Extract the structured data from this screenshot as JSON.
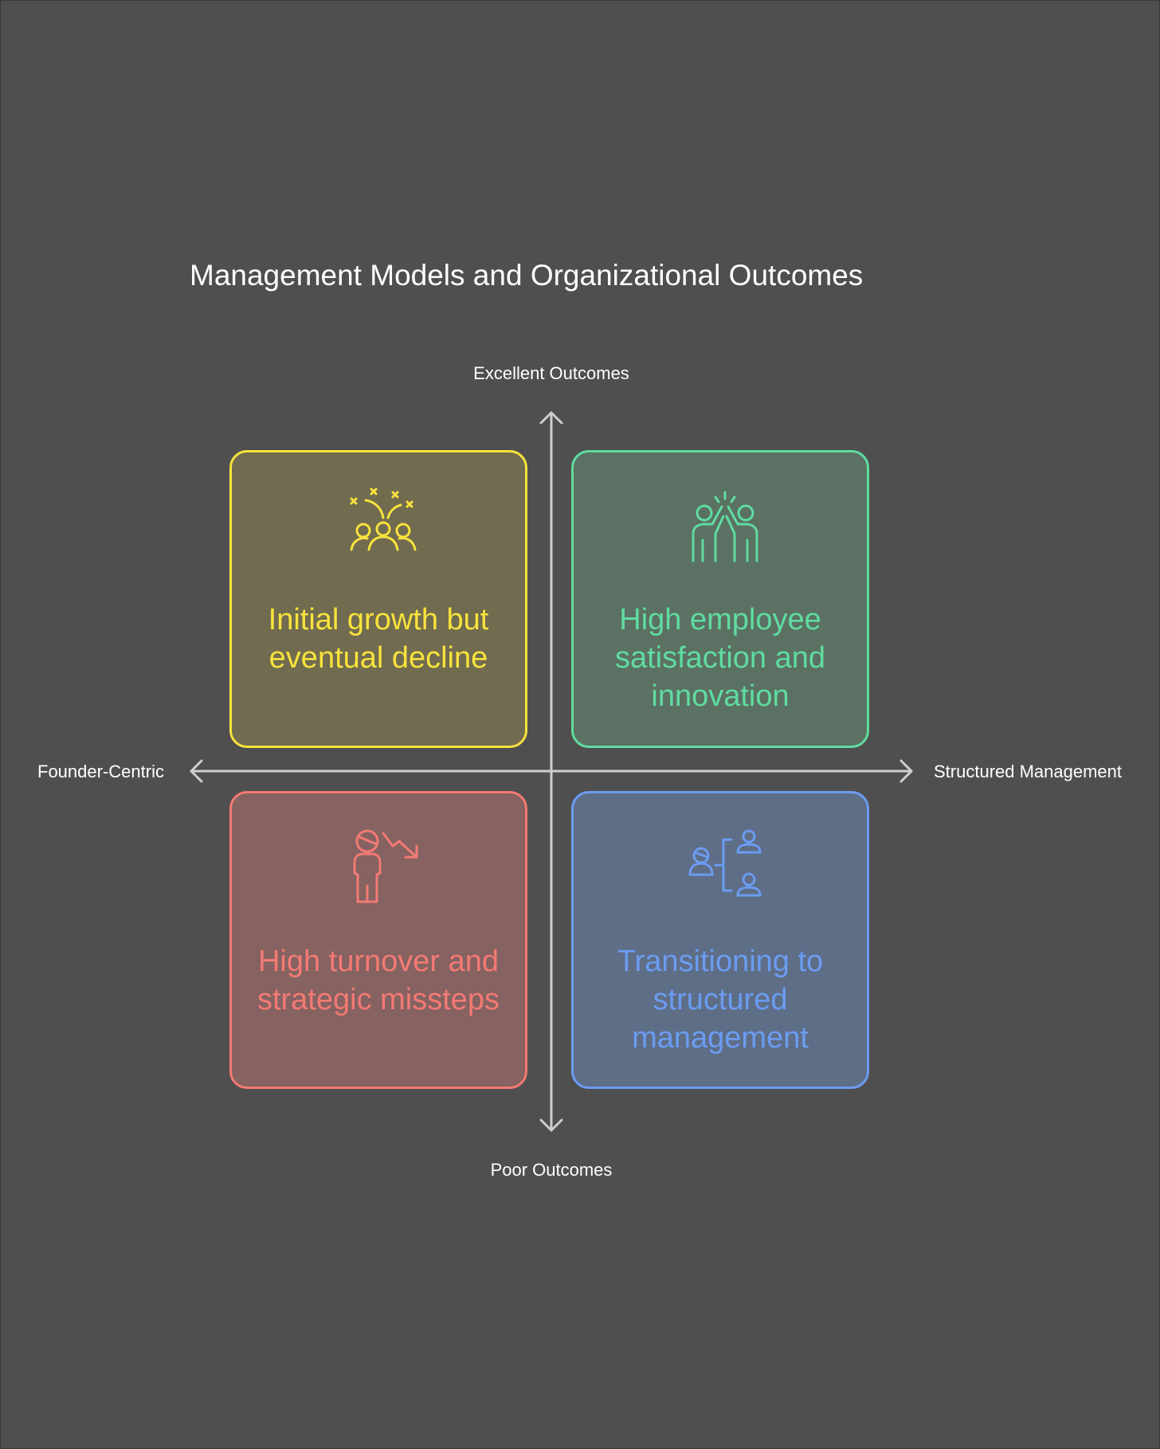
{
  "title": "Management Models and Organizational Outcomes",
  "axes": {
    "top": "Excellent Outcomes",
    "bottom": "Poor Outcomes",
    "left": "Founder-Centric",
    "right": "Structured Management"
  },
  "quadrants": [
    {
      "text": "Initial growth but eventual decline",
      "color": "#f7e33c",
      "icon": "celebrating-group-icon"
    },
    {
      "text": "High employee satisfaction and innovation",
      "color": "#5fdca0",
      "icon": "high-five-icon"
    },
    {
      "text": "High turnover and strategic missteps",
      "color": "#f37a74",
      "icon": "person-decline-icon"
    },
    {
      "text": "Transitioning to structured management",
      "color": "#6b9cf2",
      "icon": "hierarchy-people-icon"
    }
  ]
}
